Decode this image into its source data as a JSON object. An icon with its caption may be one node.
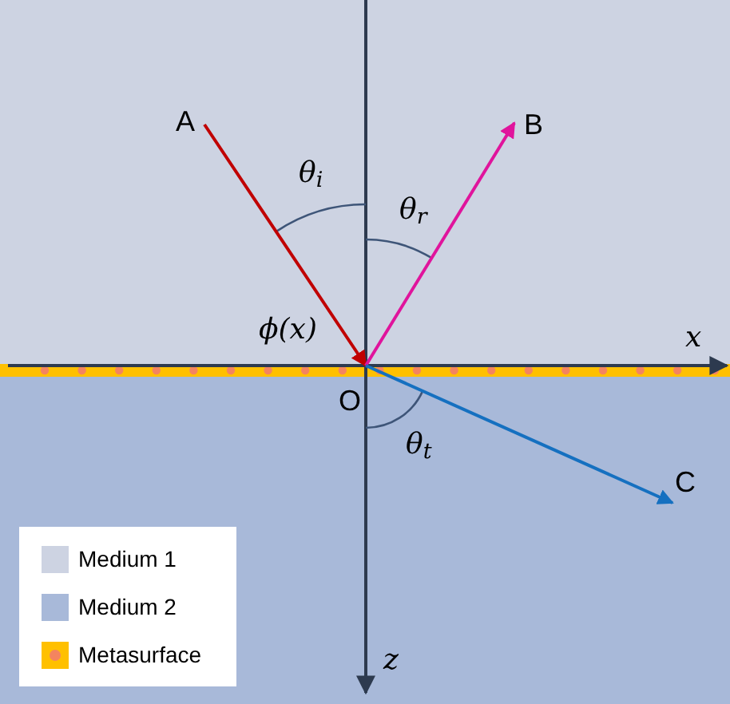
{
  "diagram": {
    "nodes": [
      {
        "text": [
          "A"
        ]
      },
      {
        "text": [
          "B"
        ]
      },
      {
        "text": [
          "C"
        ]
      },
      {
        "text": [
          "O"
        ]
      }
    ],
    "edges": [
      {
        "from": 0,
        "to": 3,
        "arrow": "to",
        "color": "#c00000"
      },
      {
        "from": 3,
        "to": 1,
        "arrow": "to",
        "color": "#e0149c"
      },
      {
        "from": 3,
        "to": 2,
        "arrow": "to",
        "color": "#1570c0"
      }
    ],
    "labels": [
      "θ$_{i}$",
      "θ$_{r}$",
      "ϕ(x)",
      "x",
      "θ$_{t}$",
      "z"
    ],
    "legend": [
      {
        "text": "Medium 1",
        "color": "#cdd3e2"
      },
      {
        "text": "Medium 2",
        "color": "#a8b9d9"
      },
      {
        "text": "Metasurface",
        "color": "#ffc000"
      }
    ]
  }
}
